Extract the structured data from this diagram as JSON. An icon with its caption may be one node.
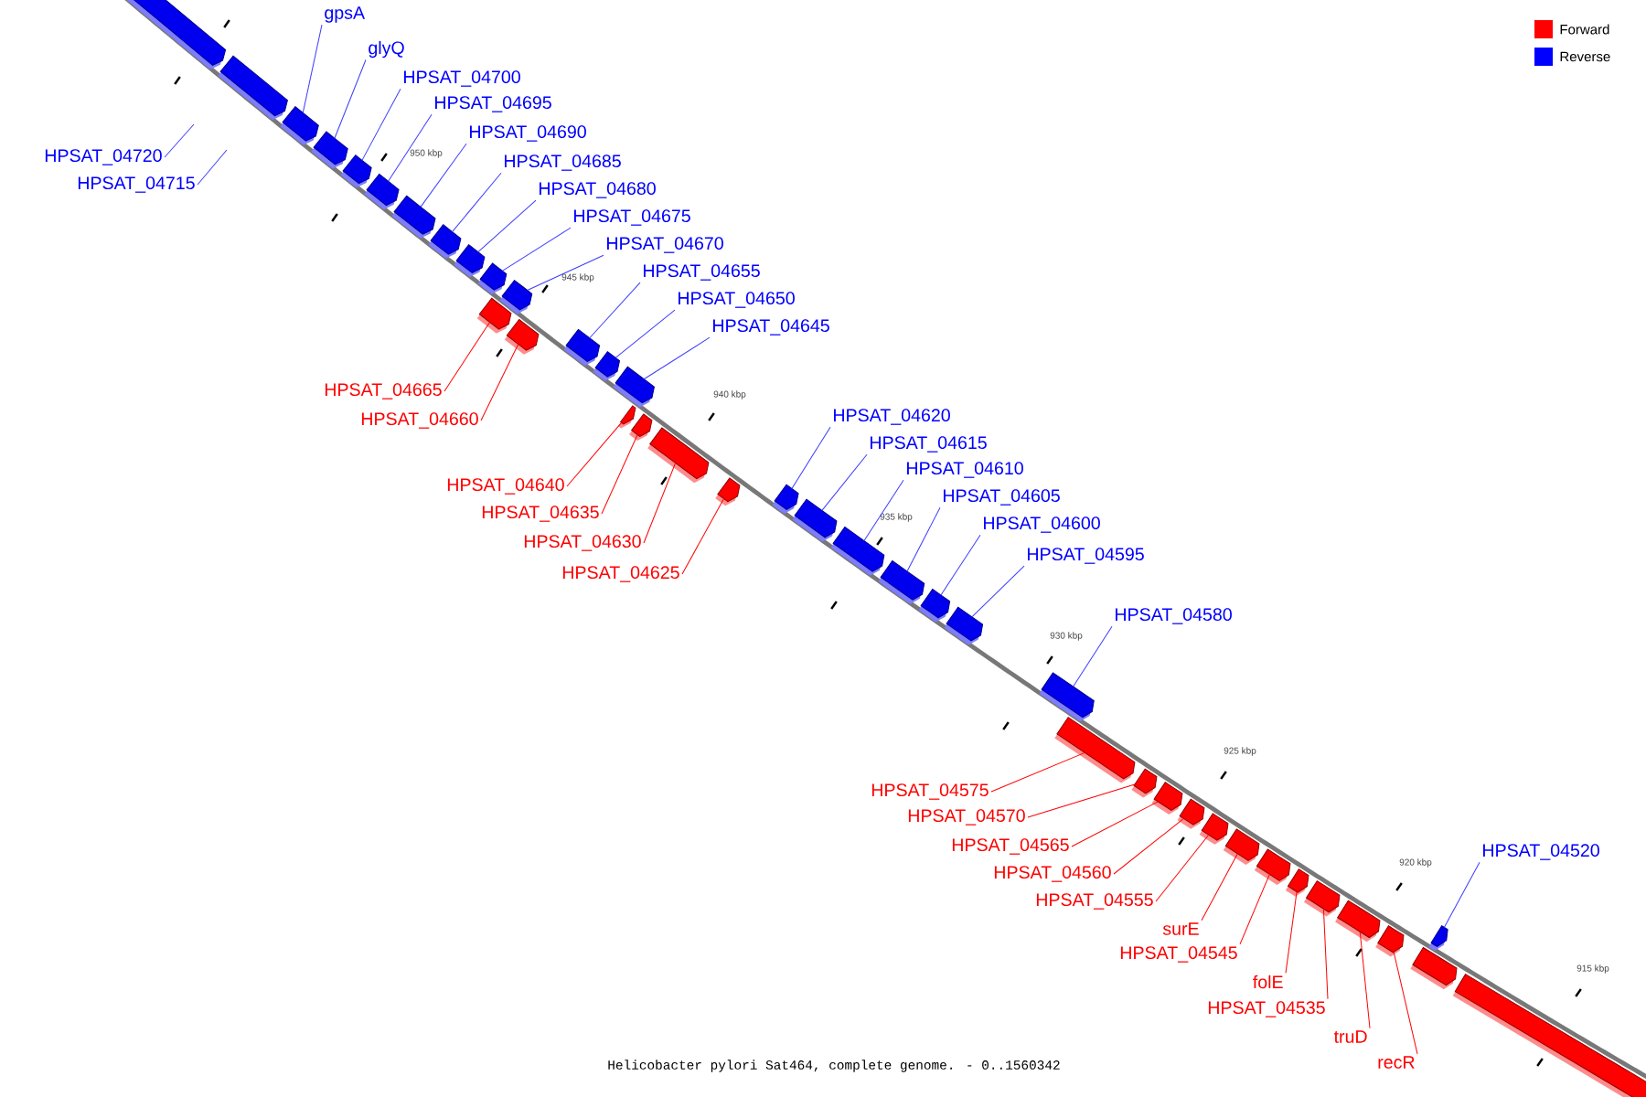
{
  "diagram": {
    "caption": "Helicobacter pylori Sat464, complete genome. - 0..1560342",
    "nodes": [
      {
        "text": [],
        "shape": "arrow"
      },
      {
        "text": [],
        "shape": "arrow"
      },
      {
        "text": [
          "HPSAT_04720"
        ]
      },
      {
        "text": [
          "HPSAT_04715"
        ]
      },
      {
        "text": [
          "gpsA"
        ]
      },
      {
        "text": [],
        "shape": "arrow"
      },
      {
        "text": [
          "glyQ"
        ]
      },
      {
        "text": [],
        "shape": "arrow"
      },
      {
        "text": [
          "HPSAT_04700"
        ]
      },
      {
        "text": [],
        "shape": "arrow"
      },
      {
        "text": [
          "HPSAT_04695"
        ]
      },
      {
        "text": [],
        "shape": "arrow"
      },
      {
        "text": [
          "HPSAT_04690"
        ]
      },
      {
        "text": [],
        "shape": "arrow"
      },
      {
        "text": [
          "HPSAT_04685"
        ]
      },
      {
        "text": [],
        "shape": "arrow"
      },
      {
        "text": [
          "HPSAT_04680"
        ]
      },
      {
        "text": [],
        "shape": "arrow"
      },
      {
        "text": [
          "HPSAT_04675"
        ]
      },
      {
        "text": [],
        "shape": "arrow"
      },
      {
        "text": [
          "HPSAT_04670"
        ]
      },
      {
        "text": [],
        "shape": "arrow"
      },
      {
        "text": [
          "HPSAT_04665"
        ]
      },
      {
        "text": [],
        "shape": "arrow"
      },
      {
        "text": [
          "HPSAT_04660"
        ]
      },
      {
        "text": [],
        "shape": "arrow"
      },
      {
        "text": [
          "HPSAT_04655"
        ]
      },
      {
        "text": [],
        "shape": "arrow"
      },
      {
        "text": [
          "HPSAT_04650"
        ]
      },
      {
        "text": [],
        "shape": "arrow"
      },
      {
        "text": [
          "HPSAT_04645"
        ]
      },
      {
        "text": [],
        "shape": "arrow"
      },
      {
        "text": [
          "HPSAT_04640"
        ]
      },
      {
        "text": [],
        "shape": "arrow"
      },
      {
        "text": [
          "HPSAT_04635"
        ]
      },
      {
        "text": [],
        "shape": "arrow"
      },
      {
        "text": [
          "HPSAT_04630"
        ]
      },
      {
        "text": [],
        "shape": "arrow"
      },
      {
        "text": [
          "HPSAT_04625"
        ]
      },
      {
        "text": [],
        "shape": "arrow"
      },
      {
        "text": [
          "HPSAT_04620"
        ]
      },
      {
        "text": [],
        "shape": "arrow"
      },
      {
        "text": [
          "HPSAT_04615"
        ]
      },
      {
        "text": [],
        "shape": "arrow"
      },
      {
        "text": [
          "HPSAT_04610"
        ]
      },
      {
        "text": [],
        "shape": "arrow"
      },
      {
        "text": [
          "HPSAT_04605"
        ]
      },
      {
        "text": [],
        "shape": "arrow"
      },
      {
        "text": [
          "HPSAT_04600"
        ]
      },
      {
        "text": [],
        "shape": "arrow"
      },
      {
        "text": [
          "HPSAT_04595"
        ]
      },
      {
        "text": [],
        "shape": "arrow"
      },
      {
        "text": [
          "HPSAT_04580"
        ]
      },
      {
        "text": [],
        "shape": "arrow"
      },
      {
        "text": [
          "HPSAT_04575"
        ]
      },
      {
        "text": [],
        "shape": "arrow"
      },
      {
        "text": [
          "HPSAT_04570"
        ]
      },
      {
        "text": [],
        "shape": "arrow"
      },
      {
        "text": [
          "HPSAT_04565"
        ]
      },
      {
        "text": [],
        "shape": "arrow"
      },
      {
        "text": [
          "HPSAT_04560"
        ]
      },
      {
        "text": [],
        "shape": "arrow"
      },
      {
        "text": [
          "HPSAT_04555"
        ]
      },
      {
        "text": [],
        "shape": "arrow"
      },
      {
        "text": [
          "surE"
        ]
      },
      {
        "text": [],
        "shape": "arrow"
      },
      {
        "text": [
          "HPSAT_04545"
        ]
      },
      {
        "text": [],
        "shape": "arrow"
      },
      {
        "text": [
          "folE"
        ]
      },
      {
        "text": [],
        "shape": "arrow"
      },
      {
        "text": [
          "HPSAT_04535"
        ]
      },
      {
        "text": [],
        "shape": "arrow"
      },
      {
        "text": [
          "truD"
        ]
      },
      {
        "text": [],
        "shape": "arrow"
      },
      {
        "text": [
          "recR"
        ]
      },
      {
        "text": [],
        "shape": "arrow"
      },
      {
        "text": [
          "HPSAT_04520"
        ]
      },
      {
        "text": [],
        "shape": "arrow"
      },
      {
        "text": [],
        "shape": "arrow"
      },
      {
        "text": [],
        "shape": "arrow"
      }
    ],
    "edges": [
      {
        "from": 2,
        "to": null,
        "arrow": "none"
      },
      {
        "from": 3,
        "to": null,
        "arrow": "none"
      },
      {
        "from": 4,
        "to": 5,
        "arrow": "none"
      },
      {
        "from": 6,
        "to": 7,
        "arrow": "none"
      },
      {
        "from": 8,
        "to": 9,
        "arrow": "none"
      },
      {
        "from": 10,
        "to": 11,
        "arrow": "none"
      },
      {
        "from": 12,
        "to": 13,
        "arrow": "none"
      },
      {
        "from": 14,
        "to": 15,
        "arrow": "none"
      },
      {
        "from": 16,
        "to": 17,
        "arrow": "none"
      },
      {
        "from": 18,
        "to": 19,
        "arrow": "none"
      },
      {
        "from": 20,
        "to": 21,
        "arrow": "none"
      },
      {
        "from": 22,
        "to": 23,
        "arrow": "none",
        "color": "#ff0000"
      },
      {
        "from": 24,
        "to": 25,
        "arrow": "none",
        "color": "#ff0000"
      },
      {
        "from": 26,
        "to": 27,
        "arrow": "none"
      },
      {
        "from": 28,
        "to": 29,
        "arrow": "none"
      },
      {
        "from": 30,
        "to": 31,
        "arrow": "none"
      },
      {
        "from": 32,
        "to": 33,
        "arrow": "none",
        "color": "#ff0000"
      },
      {
        "from": 34,
        "to": 35,
        "arrow": "none",
        "color": "#ff0000"
      },
      {
        "from": 36,
        "to": 37,
        "arrow": "none",
        "color": "#ff0000"
      },
      {
        "from": 38,
        "to": 39,
        "arrow": "none",
        "color": "#ff0000"
      },
      {
        "from": 40,
        "to": 41,
        "arrow": "none"
      },
      {
        "from": 42,
        "to": 43,
        "arrow": "none"
      },
      {
        "from": 44,
        "to": 45,
        "arrow": "none"
      },
      {
        "from": 46,
        "to": 47,
        "arrow": "none"
      },
      {
        "from": 48,
        "to": 49,
        "arrow": "none"
      },
      {
        "from": 50,
        "to": 51,
        "arrow": "none"
      },
      {
        "from": 52,
        "to": 53,
        "arrow": "none"
      },
      {
        "from": 54,
        "to": 55,
        "arrow": "none",
        "color": "#ff0000"
      },
      {
        "from": 56,
        "to": 57,
        "arrow": "none",
        "color": "#ff0000"
      },
      {
        "from": 58,
        "to": 59,
        "arrow": "none",
        "color": "#ff0000"
      },
      {
        "from": 60,
        "to": 61,
        "arrow": "none",
        "color": "#ff0000"
      },
      {
        "from": 62,
        "to": 63,
        "arrow": "none",
        "color": "#ff0000"
      },
      {
        "from": 64,
        "to": 65,
        "arrow": "none",
        "color": "#ff0000"
      },
      {
        "from": 66,
        "to": 67,
        "arrow": "none",
        "color": "#ff0000"
      },
      {
        "from": 68,
        "to": 69,
        "arrow": "none",
        "color": "#ff0000"
      },
      {
        "from": 70,
        "to": 71,
        "arrow": "none",
        "color": "#ff0000"
      },
      {
        "from": 72,
        "to": 73,
        "arrow": "none",
        "color": "#ff0000"
      },
      {
        "from": 74,
        "to": 75,
        "arrow": "none",
        "color": "#ff0000"
      },
      {
        "from": 76,
        "to": 77,
        "arrow": "none"
      }
    ],
    "labels": [
      "950 kbp",
      "945 kbp",
      "940 kbp",
      "935 kbp",
      "930 kbp",
      "925 kbp",
      "920 kbp",
      "915 kbp"
    ],
    "legend": [
      {
        "text": "Forward",
        "color": "#ff0000"
      },
      {
        "text": "Reverse",
        "color": "#0000ff"
      }
    ]
  }
}
